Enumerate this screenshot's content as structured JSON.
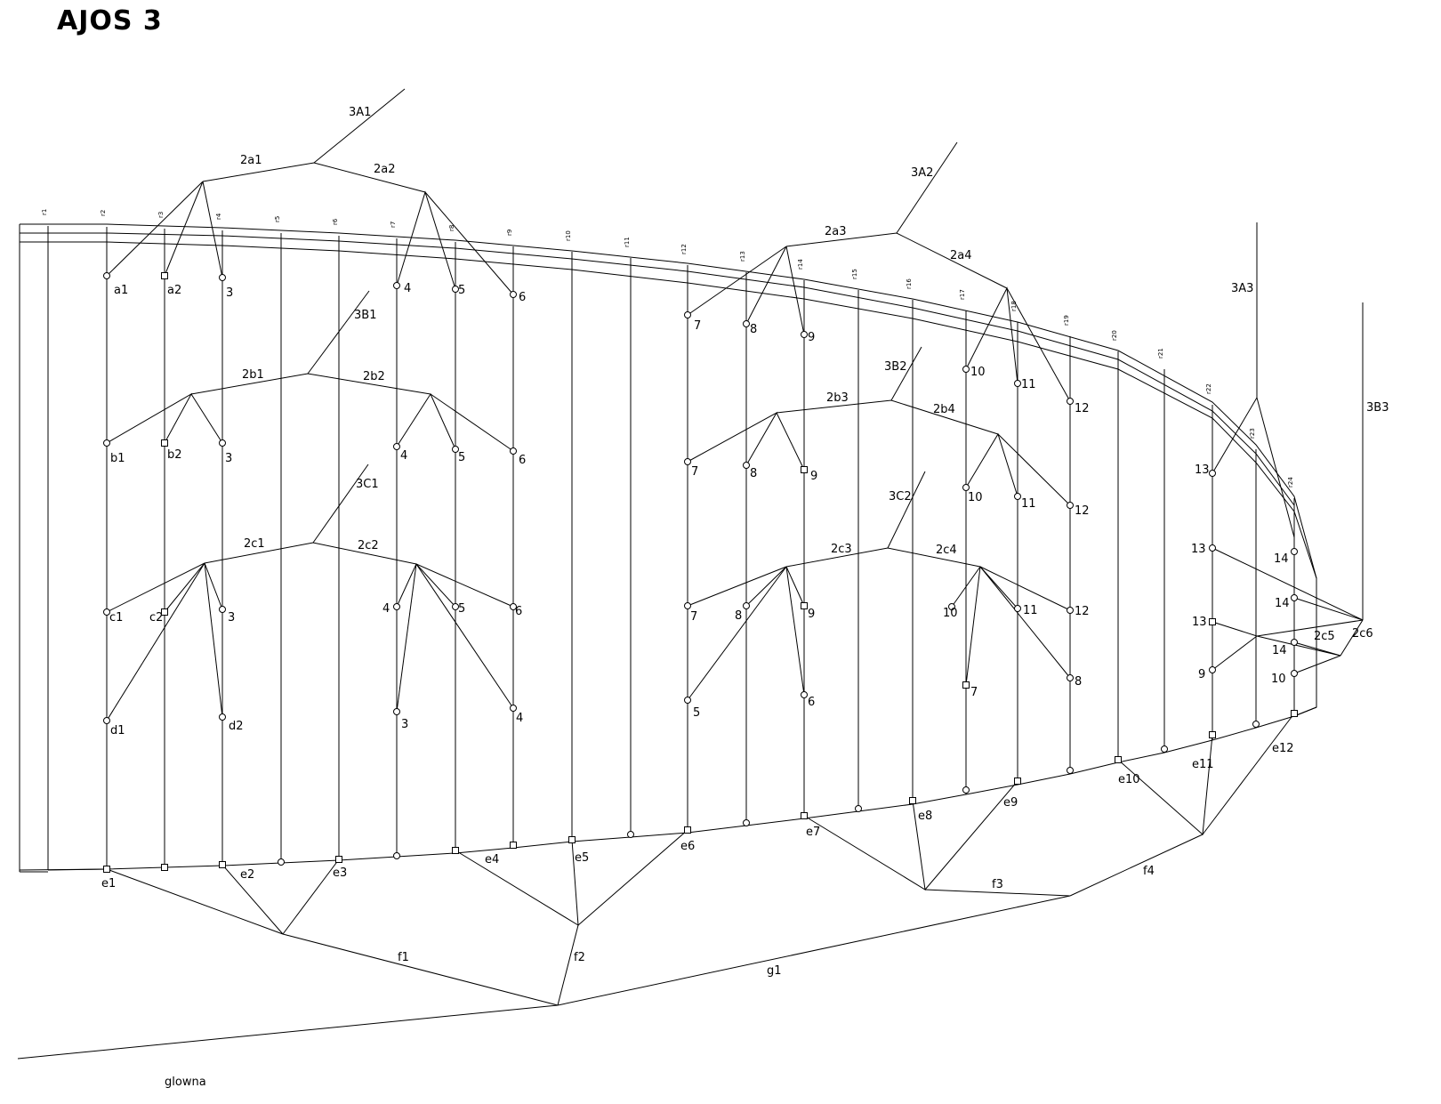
{
  "title": "AJOS 3",
  "rows": [
    "r1",
    "r2",
    "r3",
    "r4",
    "r5",
    "r6",
    "r7",
    "r8",
    "r9",
    "r10",
    "r11",
    "r12",
    "r13",
    "r14",
    "r15",
    "r16",
    "r17",
    "r18",
    "r19",
    "r20",
    "r21",
    "r22",
    "r23",
    "r24"
  ],
  "labels": {
    "3A1": "3A1",
    "2a1": "2a1",
    "2a2": "2a2",
    "3A2": "3A2",
    "2a3": "2a3",
    "2a4": "2a4",
    "3A3": "3A3",
    "3B1": "3B1",
    "2b1": "2b1",
    "2b2": "2b2",
    "3B2": "3B2",
    "2b3": "2b3",
    "2b4": "2b4",
    "3B3": "3B3",
    "3C1": "3C1",
    "2c1": "2c1",
    "2c2": "2c2",
    "3C2": "3C2",
    "2c3": "2c3",
    "2c4": "2c4",
    "2c5": "2c5",
    "2c6": "2c6",
    "a1": "a1",
    "a2": "a2",
    "b1": "b1",
    "b2": "b2",
    "c1": "c1",
    "c2": "c2",
    "d1": "d1",
    "d2": "d2",
    "e1": "e1",
    "e2": "e2",
    "e3": "e3",
    "e4": "e4",
    "e5": "e5",
    "e6": "e6",
    "e7": "e7",
    "e8": "e8",
    "e9": "e9",
    "e10": "e10",
    "e11": "e11",
    "e12": "e12",
    "f1": "f1",
    "f2": "f2",
    "f3": "f3",
    "f4": "f4",
    "g1": "g1",
    "main": "glowna"
  },
  "numbers": [
    "3",
    "4",
    "5",
    "6",
    "7",
    "8",
    "9",
    "10",
    "11",
    "12",
    "13",
    "14"
  ]
}
